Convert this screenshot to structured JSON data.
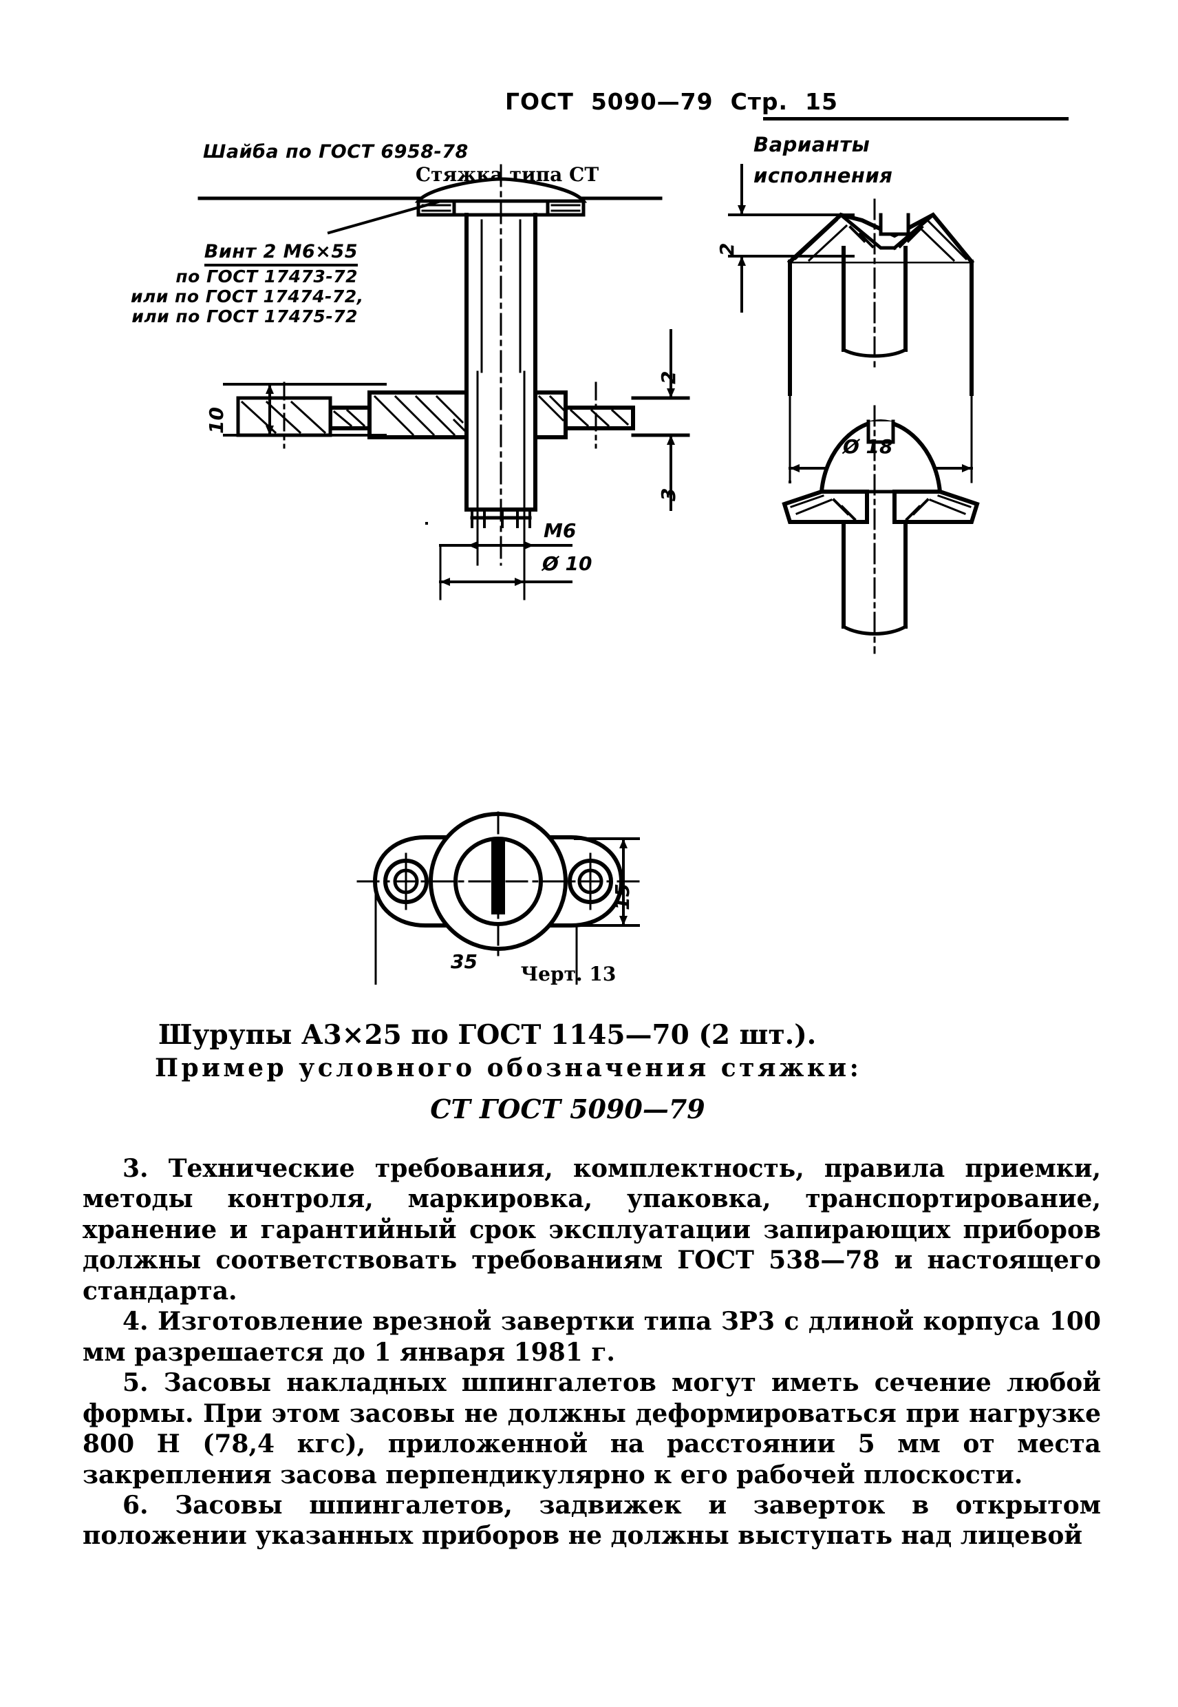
{
  "header": {
    "standard": "ГОСТ  5090—79",
    "page_label": "Стр.  15",
    "full": "ГОСТ  5090—79  Стр.  15"
  },
  "figure": {
    "title": "Стяжка типа СТ",
    "caption": "Черт. 13",
    "labels": {
      "washer": "Шайба по ГОСТ 6958-78",
      "screw_line1": "Винт 2 М6×55",
      "screw_line2": "по ГОСТ 17473-72",
      "screw_line3": "или по ГОСТ 17474-72,",
      "screw_line4": "или по ГОСТ 17475-72",
      "variants_line1": "Варианты",
      "variants_line2": "исполнения"
    },
    "dimensions": {
      "height_10": "10",
      "thick_2_main": "2",
      "thick_3_main": "3",
      "thread_m6": "М6",
      "dia_10": "Ø 10",
      "variant_thick_2": "2",
      "variant_dia_18": "Ø 18",
      "plate_width_15": "15",
      "plate_length_35": "35"
    }
  },
  "body": {
    "screws_line": "Шурупы А3×25 по ГОСТ 1145—70 (2 шт.).",
    "example_label": "Пример условного обозначения стяжки:",
    "designation": "СТ ГОСТ 5090—79",
    "paragraphs": [
      {
        "number": "3.",
        "text": "Технические требования, комплектность, правила   приемки, методы контроля, маркировка, упаковка, транспортирование, хранение и гарантийный срок эксплуатации запирающих   приборов должны соответствовать требованиям ГОСТ 538—78 и настоящего стандарта."
      },
      {
        "number": "4.",
        "text": "Изготовление врезной завертки типа ЗР3 с длиной  корпуса 100 мм разрешается до 1 января 1981 г."
      },
      {
        "number": "5.",
        "text": "Засовы накладных шпингалетов могут иметь сечение любой формы. При этом засовы не должны деформироваться при нагрузке 800 Н (78,4 кгс),   приложенной на расстоянии 5 мм от места закрепления засова перпендикулярно к его рабочей плоскости."
      },
      {
        "number": "6.",
        "text": "Засовы шпингалетов, задвижек и заверток в открытом   положении указанных приборов не должны выступать над  лицевой"
      }
    ]
  }
}
